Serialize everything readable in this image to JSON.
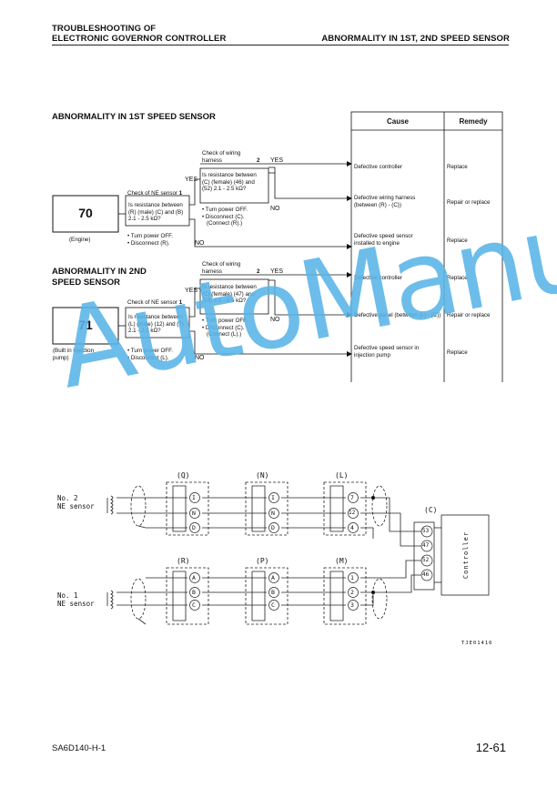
{
  "header": {
    "left_line1": "TROUBLESHOOTING OF",
    "left_line2": "ELECTRONIC GOVERNOR CONTROLLER",
    "right": "ABNORMALITY IN 1ST, 2ND SPEED SENSOR"
  },
  "section1": {
    "title": "ABNORMALITY IN 1ST SPEED SENSOR",
    "code": "70",
    "code_caption": "(Engine)",
    "step1_label": "Check of NE sensor",
    "step1_num": "1",
    "step1_q1": "Is resistance between",
    "step1_q2": "(R) (male) (C) and (B)",
    "step1_q3": "2.1 - 2.5 kΩ?",
    "step1_note1": "• Turn power OFF.",
    "step1_note2": "• Disconnect (R).",
    "step2_label1": "Check of wiring",
    "step2_label2": "harness",
    "step2_num": "2",
    "step2_q1": "Is resistance between",
    "step2_q2": "(C) (female) (46) and",
    "step2_q3": "(52) 2.1 - 2.5 kΩ?",
    "step2_note1": "• Turn power OFF.",
    "step2_note2": "• Disconnect (C).",
    "step2_note3": "(Connect (R).)"
  },
  "section2": {
    "title1": "ABNORMALITY IN 2ND",
    "title2": "SPEED SENSOR",
    "code": "71",
    "code_caption1": "(Built in injection",
    "code_caption2": "pump)",
    "step1_label": "Check of NE sensor",
    "step1_num": "1",
    "step1_q1": "Is resistance between",
    "step1_q2": "(L) (male) (12) and (7)",
    "step1_q3": "2.1 - 2.5 kΩ?",
    "step1_note1": "• Turn power OFF.",
    "step1_note2": "• Disconnect (L).",
    "step2_label1": "Check of wiring",
    "step2_label2": "harness",
    "step2_num": "2",
    "step2_q1": "Is resistance between",
    "step2_q2": "(C) (female) (47) and",
    "step2_q3": "(53) 2.1 - 2.5 kΩ?",
    "step2_note1": "• Turn power OFF.",
    "step2_note2": "• Disconnect (C).",
    "step2_note3": "(Connect (L).)"
  },
  "labels": {
    "yes": "YES",
    "no": "NO"
  },
  "table": {
    "cause_header": "Cause",
    "remedy_header": "Remedy",
    "rows": [
      {
        "cause1": "Defective controller",
        "cause2": "",
        "remedy": "Replace"
      },
      {
        "cause1": "Defective wiring harness",
        "cause2": "(between (R) - (C))",
        "remedy": "Repair or replace"
      },
      {
        "cause1": "Defective speed sensor",
        "cause2": "installed to engine",
        "remedy": "Replace"
      },
      {
        "cause1": "Defective controller",
        "cause2": "",
        "remedy": "Replace"
      },
      {
        "cause1": "Defective panel (between (L) - (C))",
        "cause2": "",
        "remedy": "Repair or replace"
      },
      {
        "cause1": "Defective speed sensor in",
        "cause2": "injection pump",
        "remedy": "Replace"
      }
    ]
  },
  "diagram": {
    "sensor2_line1": "No. 2",
    "sensor2_line2": "NE sensor",
    "sensor1_line1": "No. 1",
    "sensor1_line2": "NE sensor",
    "conn_q": "(Q)",
    "conn_n": "(N)",
    "conn_l": "(L)",
    "conn_r": "(R)",
    "conn_p": "(P)",
    "conn_m": "(M)",
    "conn_c": "(C)",
    "pins_i": "I",
    "pins_n": "N",
    "pins_d": "D",
    "pins_a": "A",
    "pins_b": "B",
    "pins_c": "C",
    "l_pin1": "7",
    "l_pin2": "12",
    "l_pin3": "4",
    "m_pin1": "1",
    "m_pin2": "2",
    "m_pin3": "3",
    "c_pin1": "53",
    "c_pin2": "47",
    "c_pin3": "52",
    "c_pin4": "46",
    "controller": "Controller",
    "ref": "TJE01416"
  },
  "watermark": "AutoManual",
  "footer": {
    "left": "SA6D140-H-1",
    "right": "12-61"
  }
}
